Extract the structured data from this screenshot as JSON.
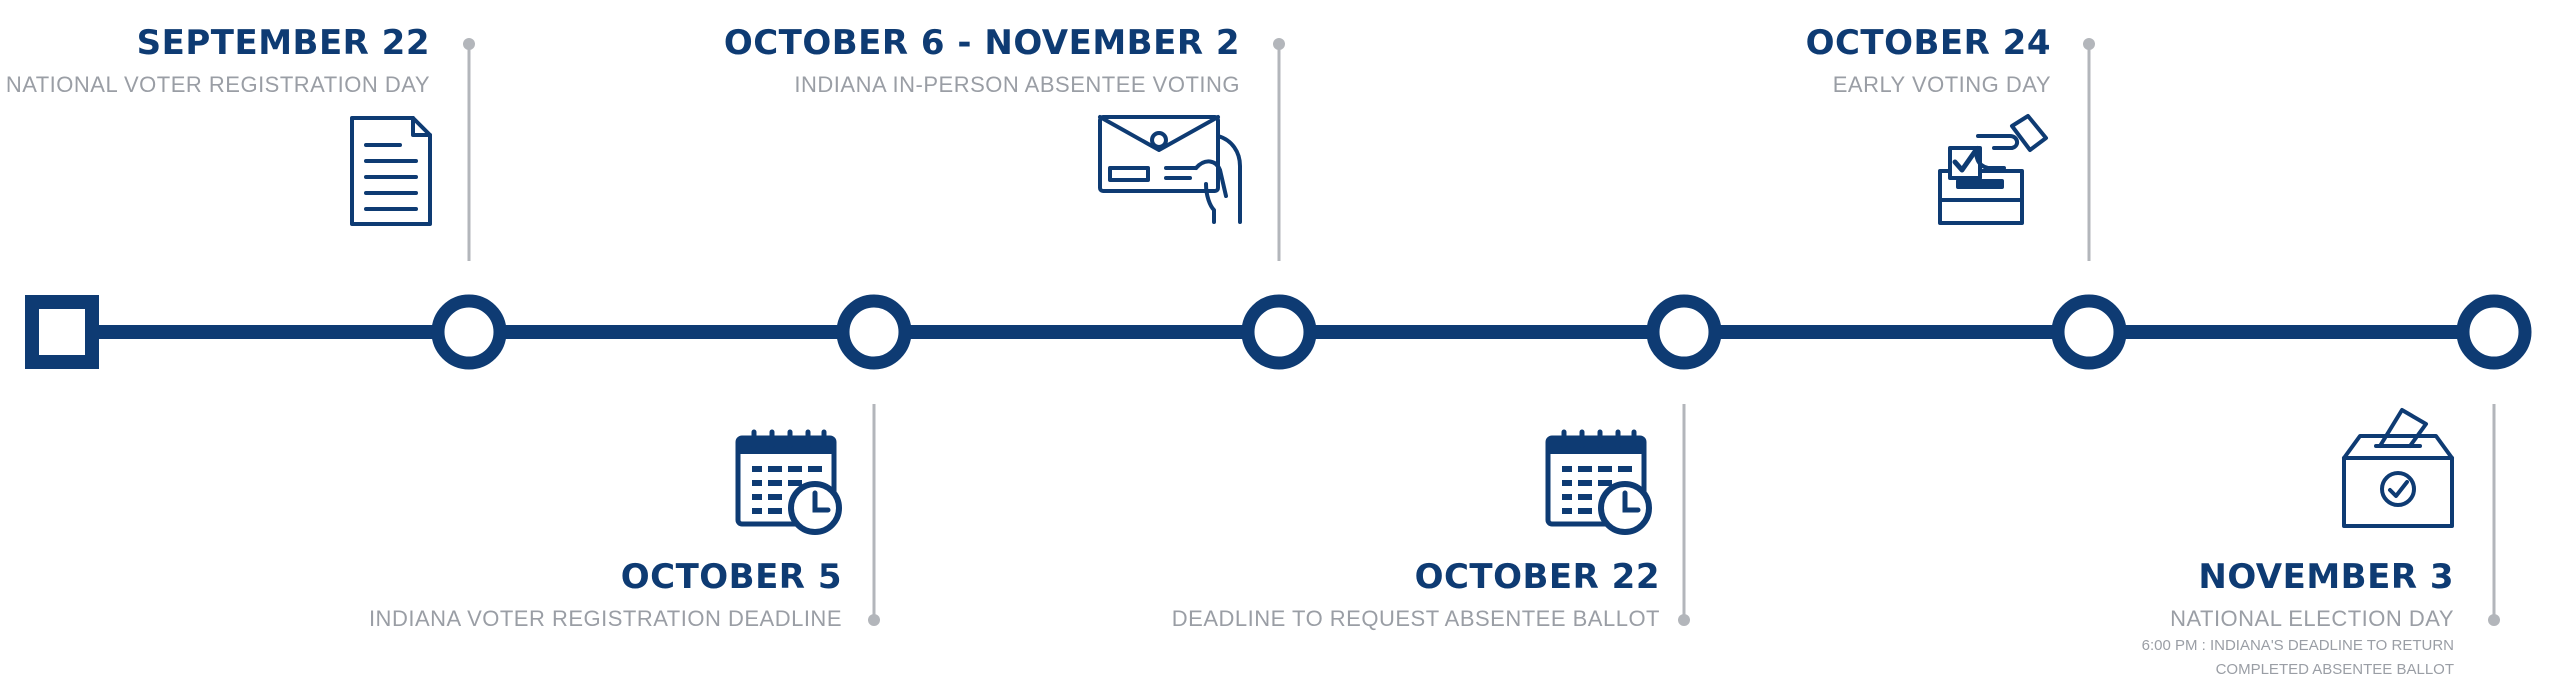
{
  "theme": {
    "primary_color": "#0e3b73",
    "muted_color": "#9a9ea5",
    "connector_color": "#b3b6bb",
    "background": "#ffffff"
  },
  "events": [
    {
      "id": "sep22",
      "date": "SEPTEMBER 22",
      "description": "NATIONAL VOTER REGISTRATION DAY",
      "icon": "document-icon",
      "position": "above"
    },
    {
      "id": "oct5",
      "date": "OCTOBER 5",
      "description": "INDIANA VOTER REGISTRATION DEADLINE",
      "icon": "calendar-clock-icon",
      "position": "below"
    },
    {
      "id": "oct6",
      "date": "OCTOBER 6 - NOVEMBER 2",
      "description": "INDIANA IN-PERSON ABSENTEE VOTING",
      "icon": "envelope-in-hand-icon",
      "position": "above"
    },
    {
      "id": "oct22",
      "date": "OCTOBER 22",
      "description": "DEADLINE TO REQUEST ABSENTEE BALLOT",
      "icon": "calendar-clock-icon",
      "position": "below"
    },
    {
      "id": "oct24",
      "date": "OCTOBER 24",
      "description": "EARLY VOTING DAY",
      "icon": "hand-ballot-box-icon",
      "position": "above"
    },
    {
      "id": "nov3",
      "date": "NOVEMBER 3",
      "description": "NATIONAL ELECTION DAY",
      "note_line1": "6:00 PM : INDIANA'S DEADLINE TO RETURN",
      "note_line2": "COMPLETED ABSENTEE BALLOT",
      "icon": "ballot-box-icon",
      "position": "below"
    }
  ]
}
